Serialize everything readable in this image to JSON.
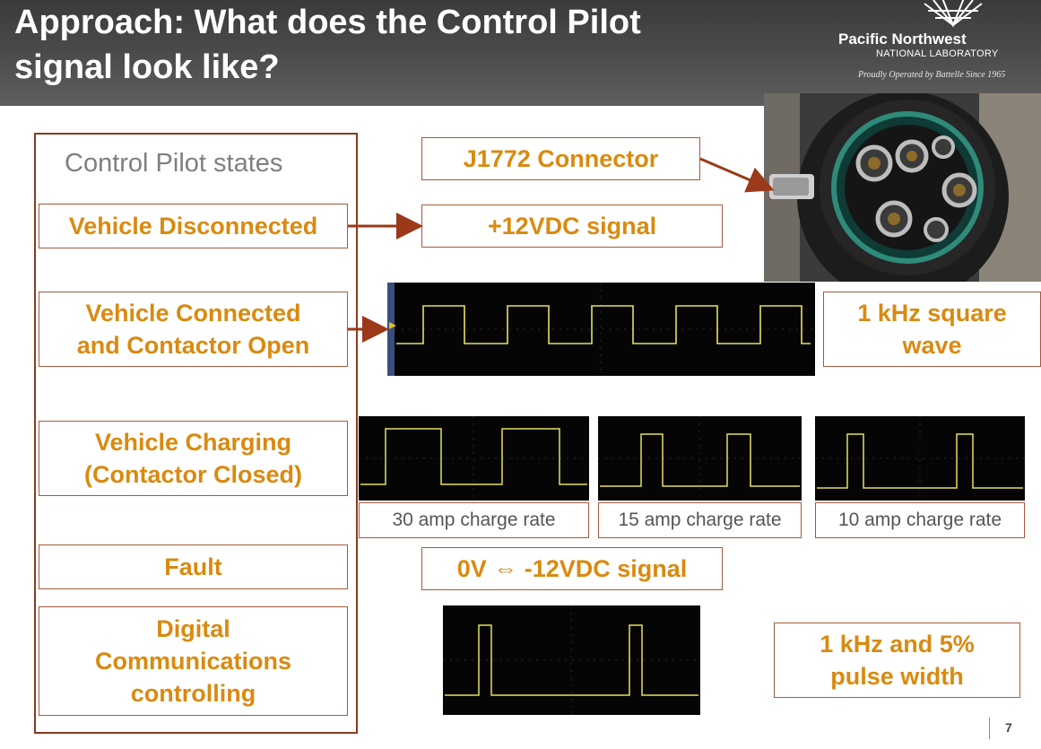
{
  "header": {
    "title": "Approach: What does the Control Pilot\nsignal look like?",
    "logo_line1": "Pacific Northwest",
    "logo_line2": "NATIONAL LABORATORY",
    "logo_line3": "Proudly Operated by Battelle Since 1965"
  },
  "states": {
    "title": "Control Pilot states",
    "disconnected": "Vehicle Disconnected",
    "connected": "Vehicle Connected\nand Contactor Open",
    "charging": "Vehicle Charging\n(Contactor Closed)",
    "fault": "Fault",
    "digital": "Digital\nCommunications\ncontrolling"
  },
  "labels": {
    "connector": "J1772 Connector",
    "plus12": "+12VDC signal",
    "square_wave": "1 kHz square\nwave",
    "minus12": "0V ⇔ -12VDC signal",
    "pulse": "1 kHz and 5%\npulse width"
  },
  "charge_rates": [
    "30 amp charge rate",
    "15 amp charge rate",
    "10 amp charge rate"
  ],
  "page_number": "7",
  "colors": {
    "accent_text": "#d98a10",
    "border": "#a35a3a",
    "arrow": "#9b3a1a",
    "trace": "#e6e060",
    "header_bg": "#4a4a4a"
  },
  "icons": [
    "pnnl-logo-icon",
    "j1772-connector-photo"
  ]
}
